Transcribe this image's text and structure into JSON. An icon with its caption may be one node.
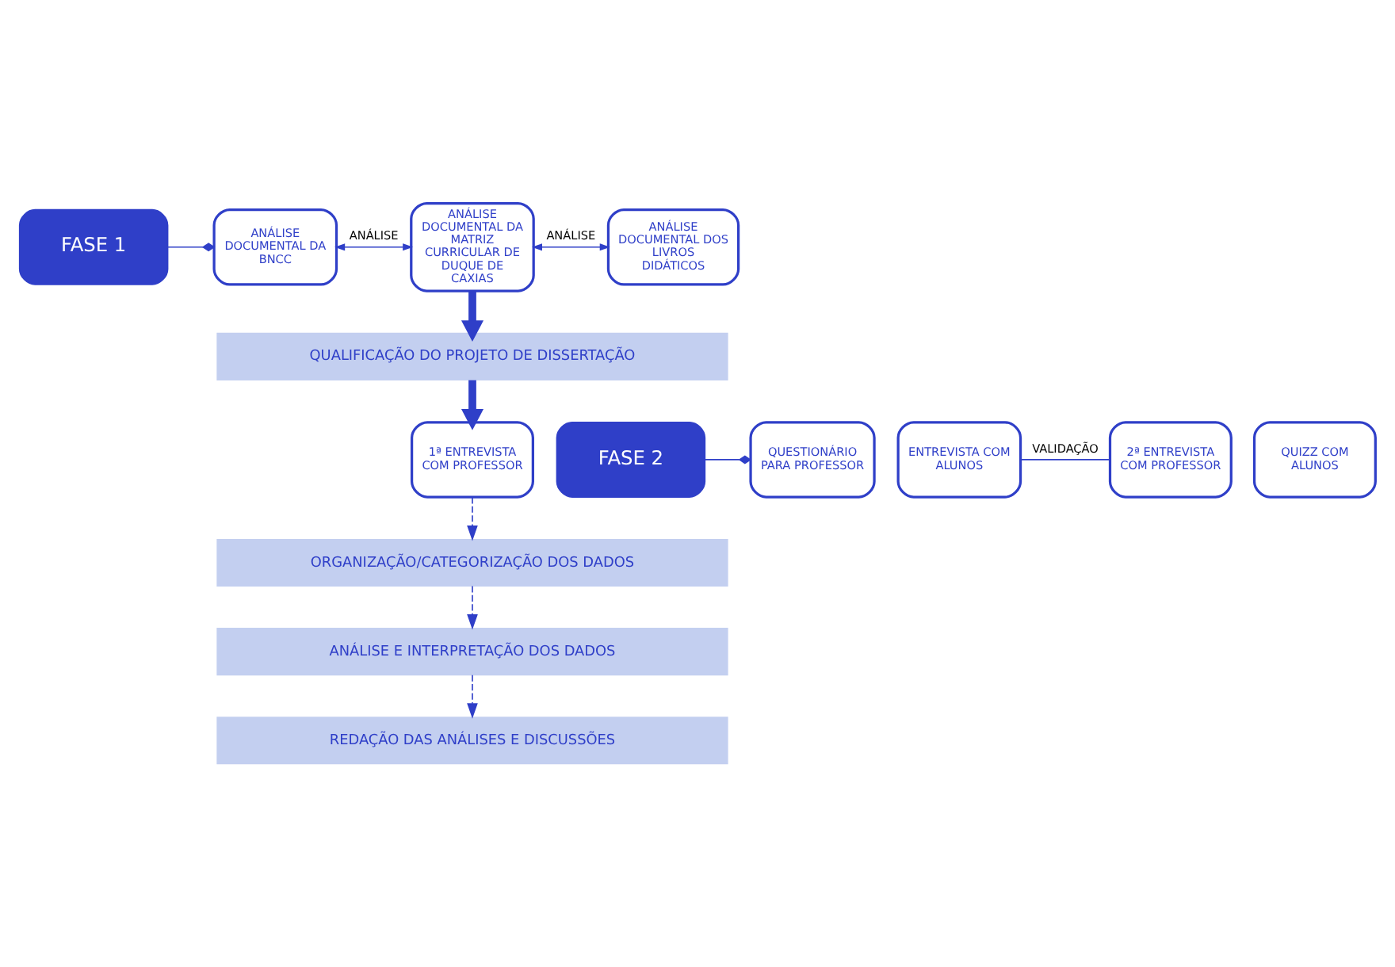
{
  "diagram": {
    "nodes": [
      {
        "text": [
          "FASE 1"
        ]
      },
      {
        "text": [
          "ANÁLISE DOCUMENTAL DA BNCC"
        ]
      },
      {
        "text": [
          "ANÁLISE DOCUMENTAL DA MATRIZ CURRICULAR DE DUQUE DE CAXIAS"
        ]
      },
      {
        "text": [
          "ANÁLISE DOCUMENTAL DOS LIVROS DIDÁTICOS"
        ]
      },
      {
        "text": [
          "QUALIFICAÇÃO DO PROJETO DE DISSERTAÇÃO"
        ]
      },
      {
        "text": [
          "FASE 2"
        ]
      },
      {
        "text": [
          "QUESTIONÁRIO PARA PROFESSOR"
        ]
      },
      {
        "text": [
          "1ª ENTREVISTA COM PROFESSOR"
        ]
      },
      {
        "text": [
          "ENTREVISTA COM ALUNOS"
        ]
      },
      {
        "text": [
          "2ª ENTREVISTA COM PROFESSOR"
        ]
      },
      {
        "text": [
          "QUIZZ COM ALUNOS"
        ]
      },
      {
        "text": [
          "ORGANIZAÇÃO/CATEGORIZAÇÃO DOS DADOS"
        ]
      },
      {
        "text": [
          "ANÁLISE E INTERPRETAÇÃO DOS DADOS"
        ]
      },
      {
        "text": [
          "REDAÇÃO DAS ANÁLISES E DISCUSSÕES"
        ]
      }
    ],
    "edges": [
      {
        "from": 0,
        "to": 1,
        "arrow": "other"
      },
      {
        "from": 1,
        "to": 2,
        "arrow": "both",
        "label": "ANÁLISE"
      },
      {
        "from": 2,
        "to": 3,
        "arrow": "both",
        "label": "ANÁLISE"
      },
      {
        "from": 2,
        "to": 4,
        "arrow": "to",
        "style": "thick"
      },
      {
        "from": 4,
        "to": 7,
        "arrow": "to",
        "style": "thick"
      },
      {
        "from": 5,
        "to": 6,
        "arrow": "other"
      },
      {
        "from": 8,
        "to": 9,
        "arrow": "none",
        "label": "VALIDAÇÃO"
      },
      {
        "from": 7,
        "to": 11,
        "arrow": "to",
        "style": "dashed"
      },
      {
        "from": 11,
        "to": 12,
        "arrow": "to",
        "style": "dashed"
      },
      {
        "from": 12,
        "to": 13,
        "arrow": "to",
        "style": "dashed"
      }
    ]
  }
}
